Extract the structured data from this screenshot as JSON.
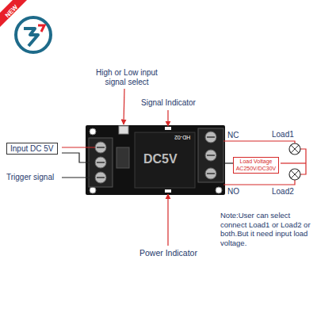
{
  "diagram": {
    "nodes": [
      {
        "text": [
          "Input DC 5V"
        ]
      },
      {
        "text": [
          "Load Voltage AC250V/DC30V"
        ]
      }
    ],
    "labels": [
      "NEW",
      "High or Low input signal select",
      "Signal Indicator",
      "Trigger signal",
      "NC",
      "Load1",
      "NO",
      "Load2",
      "Note:User can select connect Load1 or Load2 or both.But it need input load voltage.",
      "Power Indicator",
      "DC5V",
      "HD-02"
    ]
  }
}
